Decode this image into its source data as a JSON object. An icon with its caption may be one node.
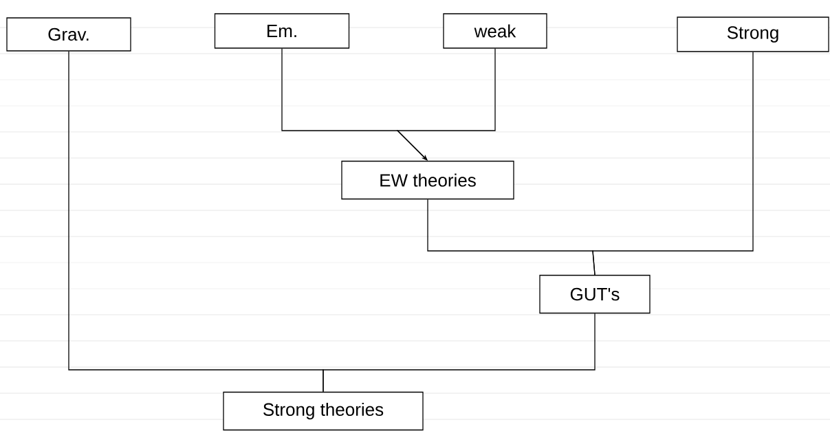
{
  "diagram": {
    "nodes": [
      {
        "text": [
          "Grav."
        ]
      },
      {
        "text": [
          "Em."
        ]
      },
      {
        "text": [
          "weak"
        ]
      },
      {
        "text": [
          "Strong"
        ]
      },
      {
        "text": [
          "EW theories"
        ]
      },
      {
        "text": [
          "GUT's"
        ]
      },
      {
        "text": [
          "Strong theories"
        ]
      }
    ],
    "edges": [
      {
        "from": 1,
        "to": 4,
        "arrow": "to"
      },
      {
        "from": 2,
        "to": 4,
        "arrow": "to"
      },
      {
        "from": 4,
        "to": 5,
        "arrow": "none"
      },
      {
        "from": 3,
        "to": 5,
        "arrow": "none"
      },
      {
        "from": 0,
        "to": 6,
        "arrow": "none"
      },
      {
        "from": 5,
        "to": 6,
        "arrow": "none"
      }
    ]
  }
}
